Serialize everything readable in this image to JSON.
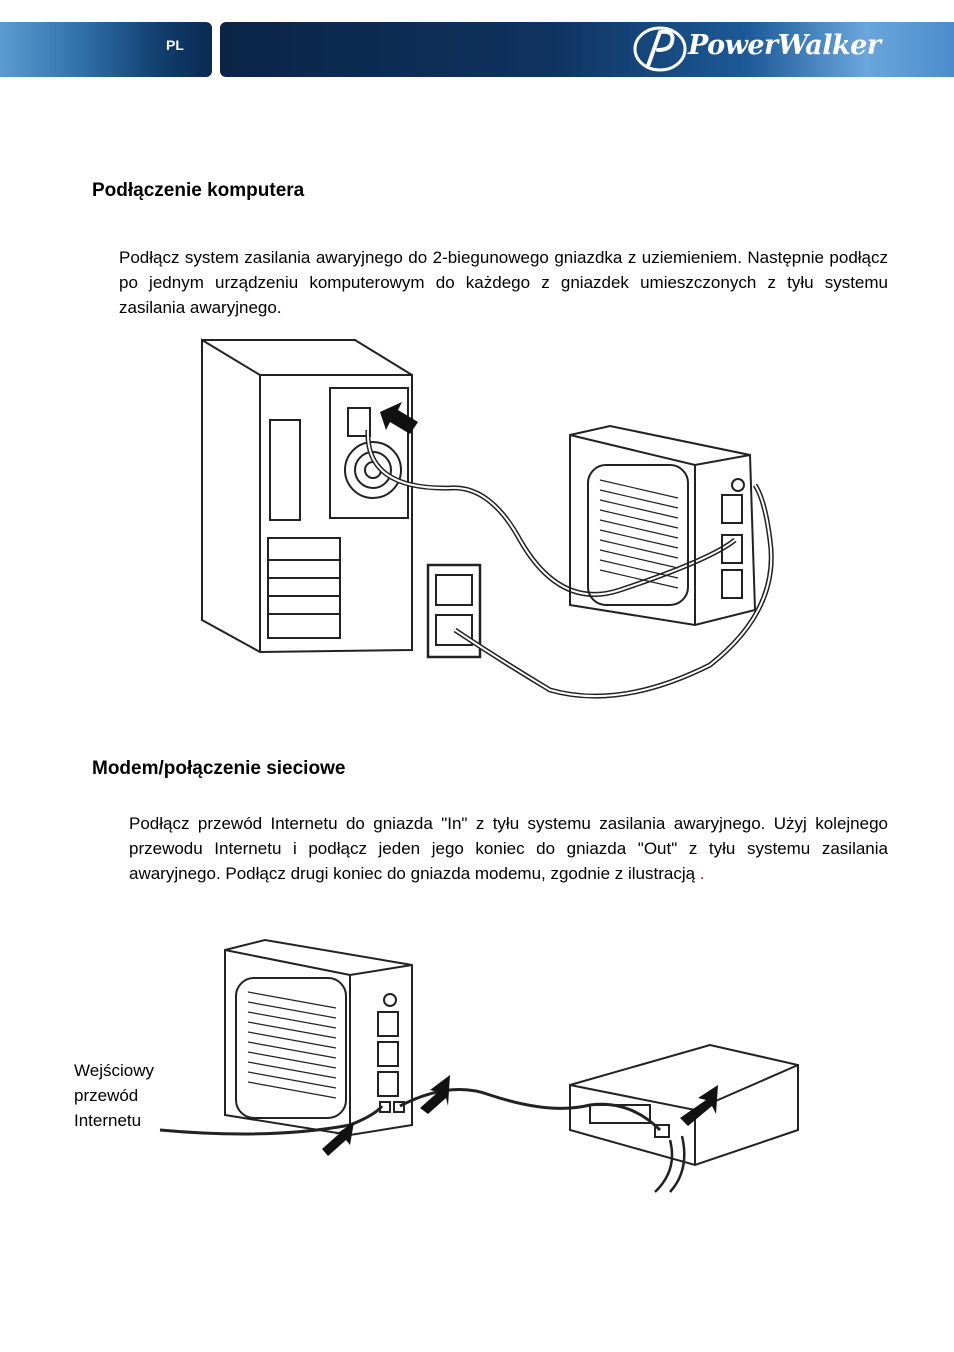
{
  "header": {
    "language": "PL",
    "brand": "PowerWalker"
  },
  "section1": {
    "title": "Podłączenie komputera",
    "paragraph": "Podłącz system zasilania awaryjnego do 2-biegunowego gniazdka z uziemieniem. Następnie podłącz po jednym urządzeniu komputerowym do każdego z gniazdek umieszczonych z tyłu systemu zasilania awaryjnego."
  },
  "section2": {
    "title": "Modem/połączenie sieciowe",
    "paragraph": "Podłącz przewód Internetu do gniazda \"In\" z tyłu systemu zasilania awaryjnego. Użyj kolejnego przewodu Internetu i podłącz jeden jego koniec do gniazda \"Out\" z tyłu systemu zasilania awaryjnego. Podłącz drugi koniec do gniazda modemu, zgodnie z ilustracją",
    "trailing_mark": ".",
    "cable_label_lines": [
      "Wejściowy",
      "przewód",
      "Internetu"
    ]
  },
  "colors": {
    "header_dark": "#0b2446",
    "header_light": "#5a9bd0",
    "accent_red": "#e00000"
  }
}
